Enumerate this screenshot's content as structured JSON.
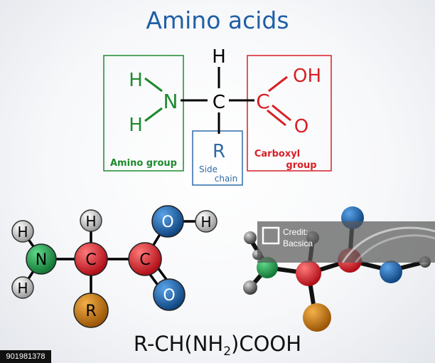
{
  "title": "Amino acids",
  "structural_formula": {
    "amino": {
      "n": "N",
      "h_top": "H",
      "h_bottom": "H",
      "label": "Amino group"
    },
    "alpha_carbon": {
      "c": "C",
      "h": "H"
    },
    "carboxyl": {
      "c": "C",
      "oh": "OH",
      "o": "O",
      "label_line1": "Carboxyl",
      "label_line2": "group"
    },
    "side_chain": {
      "r": "R",
      "label_line1": "Side",
      "label_line2": "chain"
    }
  },
  "ball_model_2d": {
    "h_left_top": "H",
    "h_left_bottom": "H",
    "n": "N",
    "c_alpha": "C",
    "h_alpha": "H",
    "r": "R",
    "c_carboxyl": "C",
    "o_hydroxyl": "O",
    "h_hydroxyl": "H",
    "o_double": "O"
  },
  "condensed_formula": {
    "part1": "R-CH(NH",
    "subscript": "2",
    "part2": ")COOH"
  },
  "watermark": {
    "credit_line1": "Credit:",
    "credit_line2": "Bacsica"
  },
  "stock_id": "901981378",
  "colors": {
    "title": "#1f5fa6",
    "amino_group": "#1e8a2e",
    "carboxyl_group": "#d81f26",
    "side_chain": "#2f6aa8",
    "bond": "#000000",
    "atom_h": "#cfcfcf",
    "atom_n": "#1f9a4a",
    "atom_c": "#e0202a",
    "atom_o": "#1f63a6",
    "atom_r": "#c9770f"
  }
}
